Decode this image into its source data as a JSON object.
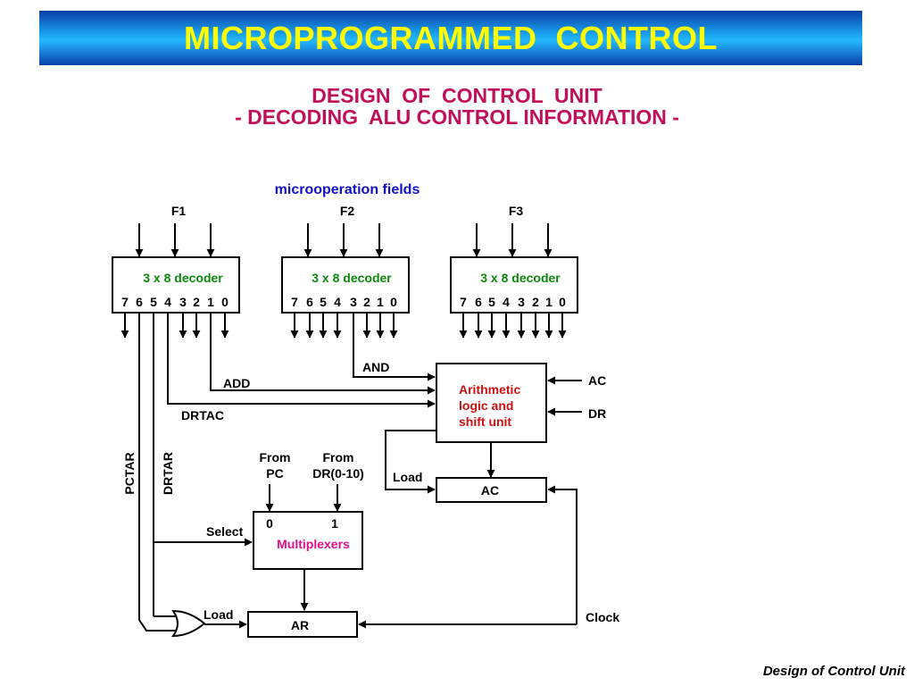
{
  "title": "MICROPROGRAMMED  CONTROL",
  "subtitle_line1": "DESIGN  OF  CONTROL  UNIT",
  "subtitle_line2": "- DECODING  ALU CONTROL INFORMATION -",
  "footer": "Design of Control Unit",
  "diagram": {
    "fields_heading": "microoperation fields",
    "fields": [
      "F1",
      "F2",
      "F3"
    ],
    "decoder_label": "3 x 8 decoder",
    "output_bits": [
      "7",
      "6",
      "5",
      "4",
      "3",
      "2",
      "1",
      "0"
    ],
    "alu_label_lines": [
      "Arithmetic",
      "logic and",
      "shift unit"
    ],
    "mux_label": "Multiplexers",
    "mux_inputs": [
      "0",
      "1"
    ],
    "from_pc_lines": [
      "From",
      "PC"
    ],
    "from_dr_lines": [
      "From",
      "DR(0-10)"
    ],
    "register_ac": "AC",
    "register_ar": "AR",
    "signals": {
      "add": "ADD",
      "and": "AND",
      "drtac": "DRTAC",
      "pctar": "PCTAR",
      "drtar": "DRTAR",
      "ac_in": "AC",
      "dr_in": "DR",
      "load_ac": "Load",
      "load_ar": "Load",
      "select": "Select",
      "clock": "Clock"
    },
    "colors": {
      "heading": "#1010c8",
      "decoder_text": "#0a8a0a",
      "alu_text": "#d01010",
      "mux_text": "#e0108a",
      "line": "#000000"
    }
  }
}
